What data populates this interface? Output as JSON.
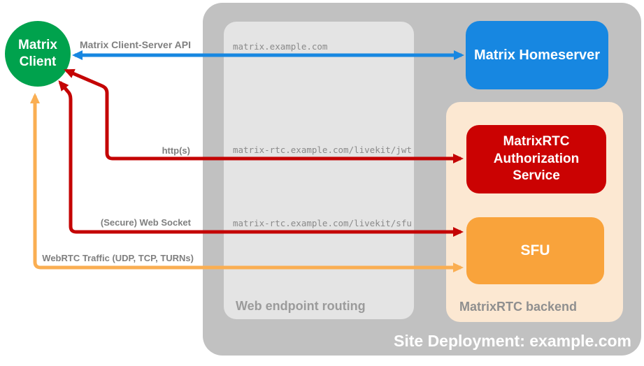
{
  "client": {
    "line1": "Matrix",
    "line2": "Client",
    "color": "#00a24d"
  },
  "site": {
    "label": "Site Deployment: example.com",
    "bg": "#c1c1c1"
  },
  "routing": {
    "label": "Web endpoint routing",
    "bg": "#e4e4e4",
    "endpoints": [
      "matrix.example.com",
      "matrix-rtc.example.com/livekit/jwt",
      "matrix-rtc.example.com/livekit/sfu"
    ]
  },
  "backend": {
    "label": "MatrixRTC backend",
    "bg": "#fce8d2"
  },
  "nodes": {
    "homeserver": {
      "label": "Matrix Homeserver",
      "bg": "#1787e1"
    },
    "auth": {
      "lines": [
        "MatrixRTC",
        "Authorization",
        "Service"
      ],
      "bg": "#cb0202"
    },
    "sfu": {
      "label": "SFU",
      "bg": "#f9a33b"
    }
  },
  "arrows": [
    {
      "name": "matrix-client-server-api",
      "label": "Matrix Client-Server API",
      "color": "#1787e1"
    },
    {
      "name": "https",
      "label": "http(s)",
      "color": "#c40404"
    },
    {
      "name": "secure-web-socket",
      "label": "(Secure) Web Socket",
      "color": "#c40404"
    },
    {
      "name": "webrtc-traffic",
      "label": "WebRTC Traffic (UDP, TCP, TURNs)",
      "color": "#faae52"
    }
  ]
}
